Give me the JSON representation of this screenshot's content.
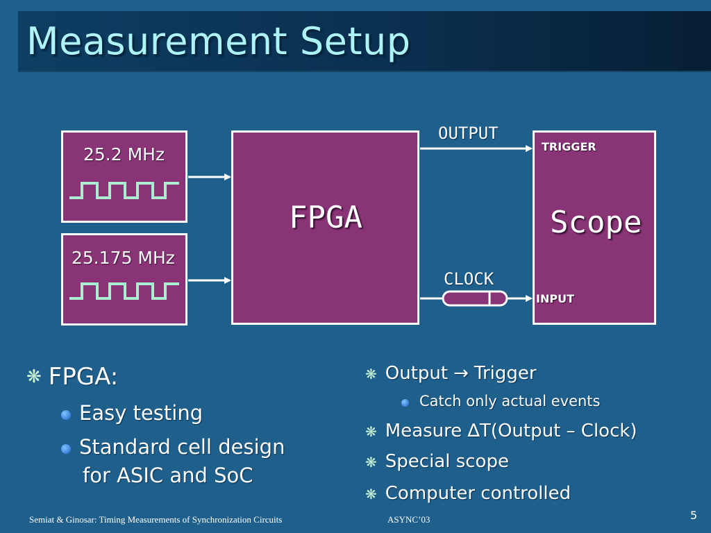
{
  "slide": {
    "title": "Measurement Setup",
    "page_number": "5"
  },
  "diagram": {
    "clock1_freq": "25.2 MHz",
    "clock2_freq": "25.175 MHz",
    "fpga_label": "FPGA",
    "scope_label": "Scope",
    "output_label": "OUTPUT",
    "clock_label": "CLOCK",
    "trigger_port": "TRIGGER",
    "input_port": "INPUT"
  },
  "left_bullets": {
    "heading": "FPGA:",
    "items": [
      "Easy testing",
      "Standard cell design",
      "for ASIC and SoC"
    ]
  },
  "right_bullets": {
    "item1_prefix": "Output",
    "item1_arrow": "→",
    "item1_suffix": "Trigger",
    "sub1": "Catch only actual events",
    "item2": "Measure ∆T(Output – Clock)",
    "item3": "Special scope",
    "item4": "Computer controlled"
  },
  "footer": {
    "left": "Semiat & Ginosar: Timing Measurements of Synchronization Circuits",
    "center": "ASYNC’03"
  },
  "colors": {
    "background": "#1f5f8b",
    "box_fill": "#8a3478",
    "waveform": "#a8f0d0",
    "title_text": "#aef3f8"
  }
}
